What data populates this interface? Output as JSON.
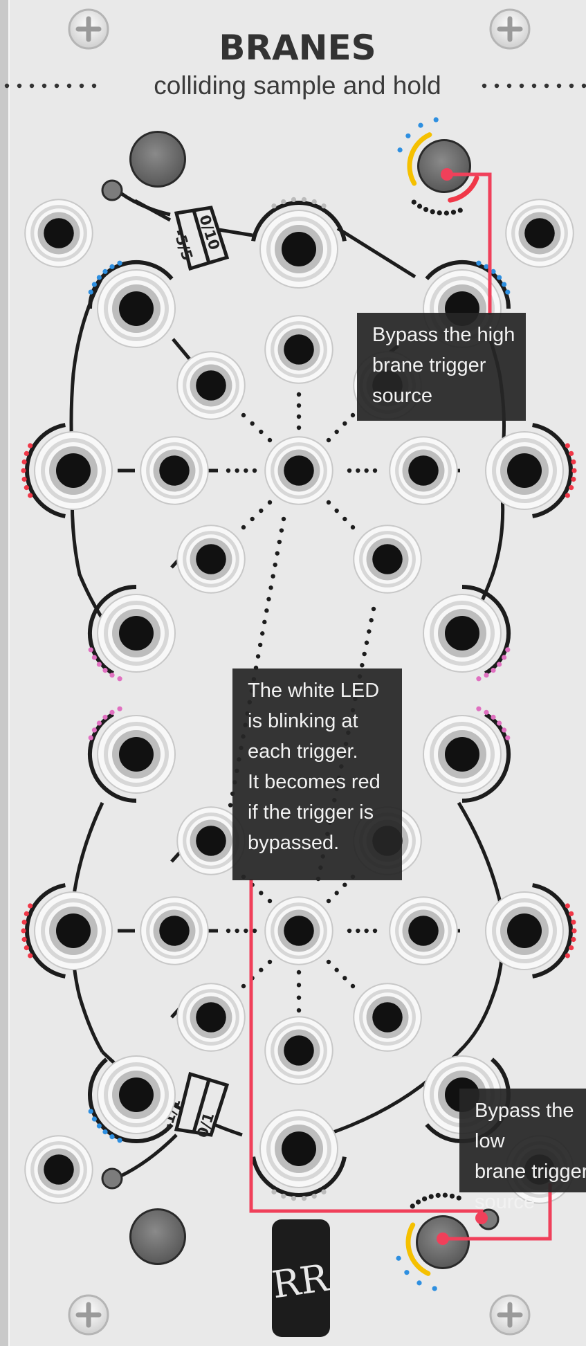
{
  "module": {
    "title": "BRANES",
    "subtitle": "colliding sample and hold",
    "range_label_top_a": "-5/5",
    "range_label_top_b": "0/10",
    "range_label_bottom_a": "-1/1",
    "range_label_bottom_b": "0/1",
    "logo": "RR"
  },
  "tooltips": {
    "high_bypass": "Bypass the high\nbrane trigger\nsource",
    "led_info": "The white LED\nis blinking at\neach trigger.\nIt becomes red\nif the trigger is\nbypassed.",
    "low_bypass": "Bypass the low\nbrane trigger\nsource"
  },
  "colors": {
    "panel": "#e9e9e9",
    "ink": "#1e1e1e",
    "annotation": "#f0405a",
    "yellow": "#f5c000",
    "blue": "#2e8fe0",
    "red": "#f03848",
    "pink": "#e070c0"
  }
}
